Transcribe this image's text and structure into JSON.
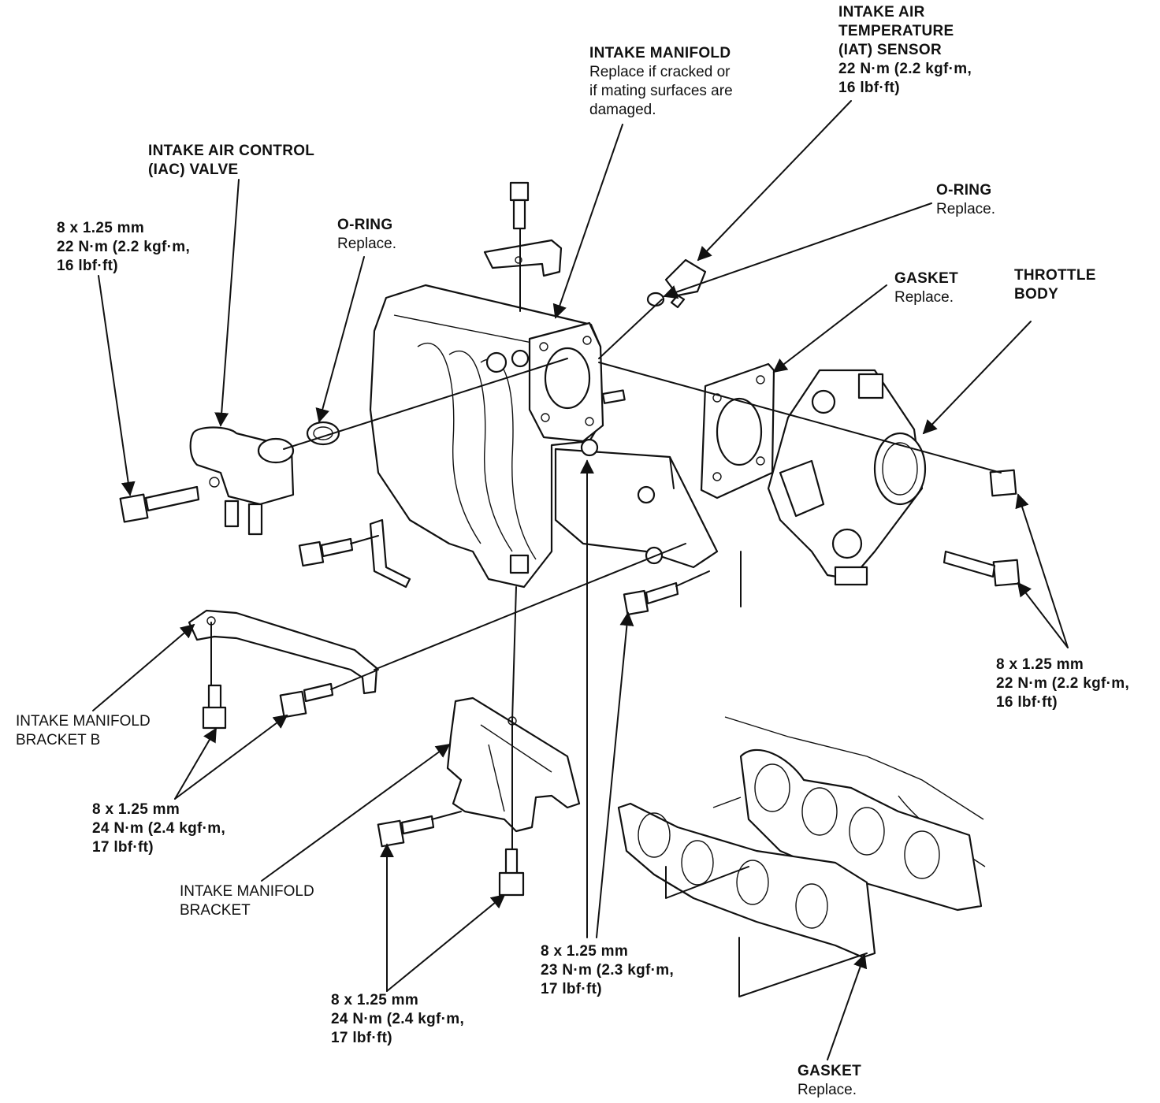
{
  "labels": {
    "intake_manifold": {
      "title": "INTAKE MANIFOLD",
      "lines": [
        "Replace if cracked or",
        "if mating surfaces are",
        "damaged."
      ]
    },
    "iat_sensor": {
      "title_lines": [
        "INTAKE AIR",
        "TEMPERATURE",
        "(IAT) SENSOR"
      ],
      "lines": [
        "22 N·m (2.2 kgf·m,",
        "16 lbf·ft)"
      ]
    },
    "iac_valve": {
      "title_lines": [
        "INTAKE AIR CONTROL",
        "(IAC) VALVE"
      ]
    },
    "iac_bolt": {
      "lines": [
        "8 x 1.25 mm",
        "22 N·m (2.2 kgf·m,",
        "16 lbf·ft)"
      ]
    },
    "oring_left": {
      "title": "O-RING",
      "lines": [
        "Replace."
      ]
    },
    "oring_right": {
      "title": "O-RING",
      "lines": [
        "Replace."
      ]
    },
    "gasket_throttle": {
      "title": "GASKET",
      "lines": [
        "Replace."
      ]
    },
    "throttle_body": {
      "title_lines": [
        "THROTTLE",
        "BODY"
      ]
    },
    "throttle_bolts": {
      "lines": [
        "8 x 1.25 mm",
        "22 N·m (2.2 kgf·m,",
        "16 lbf·ft)"
      ]
    },
    "bracket_b": {
      "title_lines": [
        "INTAKE MANIFOLD",
        "BRACKET B"
      ]
    },
    "bracket_b_bolts": {
      "lines": [
        "8 x 1.25 mm",
        "24 N·m (2.4 kgf·m,",
        "17 lbf·ft)"
      ]
    },
    "bracket": {
      "title_lines": [
        "INTAKE MANIFOLD",
        "BRACKET"
      ]
    },
    "bracket_bolts": {
      "lines": [
        "8 x 1.25 mm",
        "24 N·m (2.4 kgf·m,",
        "17 lbf·ft)"
      ]
    },
    "manifold_nuts": {
      "lines": [
        "8 x 1.25 mm",
        "23 N·m (2.3 kgf·m,",
        "17 lbf·ft)"
      ]
    },
    "gasket_head": {
      "title": "GASKET",
      "lines": [
        "Replace."
      ]
    }
  }
}
